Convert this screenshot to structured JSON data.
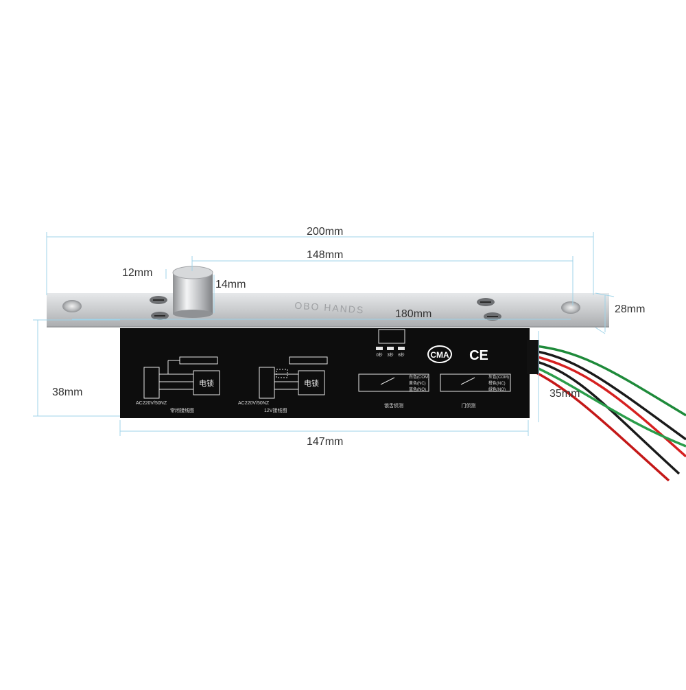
{
  "dimensions": {
    "overall_length": "200mm",
    "hole_spacing": "148mm",
    "bolt_diameter": "12mm",
    "bolt_height": "14mm",
    "bolt_travel_length": "180mm",
    "plate_width": "28mm",
    "body_height": "38mm",
    "body_depth": "35mm",
    "body_length": "147mm"
  },
  "product": {
    "brand": "OBO HANDS",
    "certifications": [
      "CMA",
      "CE"
    ],
    "label": {
      "diagram1_caption": "常闭接线图",
      "diagram1_power": "AC220V/50NZ",
      "diagram1_lock": "电锁",
      "diagram2_caption": "12V接线图",
      "diagram2_power": "AC220V/50NZ",
      "diagram2_lock": "电锁",
      "dip_labels": [
        "0秒",
        "3秒",
        "6秒"
      ],
      "sensor1_caption": "锁舌侦测",
      "sensor2_caption": "门侦测",
      "sensor1_wires": [
        "白色(COM)",
        "黄色(NC)",
        "蓝色(NO)"
      ],
      "sensor2_wires": [
        "灰色(COM)",
        "橙色(NC)",
        "绿色(NO)"
      ]
    }
  },
  "colors": {
    "dimension_line": "#9fd3e8",
    "plate": "#c9ccce",
    "body": "#0d0d0d",
    "wire_red": "#d62020",
    "wire_green": "#1e8a3a",
    "wire_black": "#1a1a1a"
  }
}
